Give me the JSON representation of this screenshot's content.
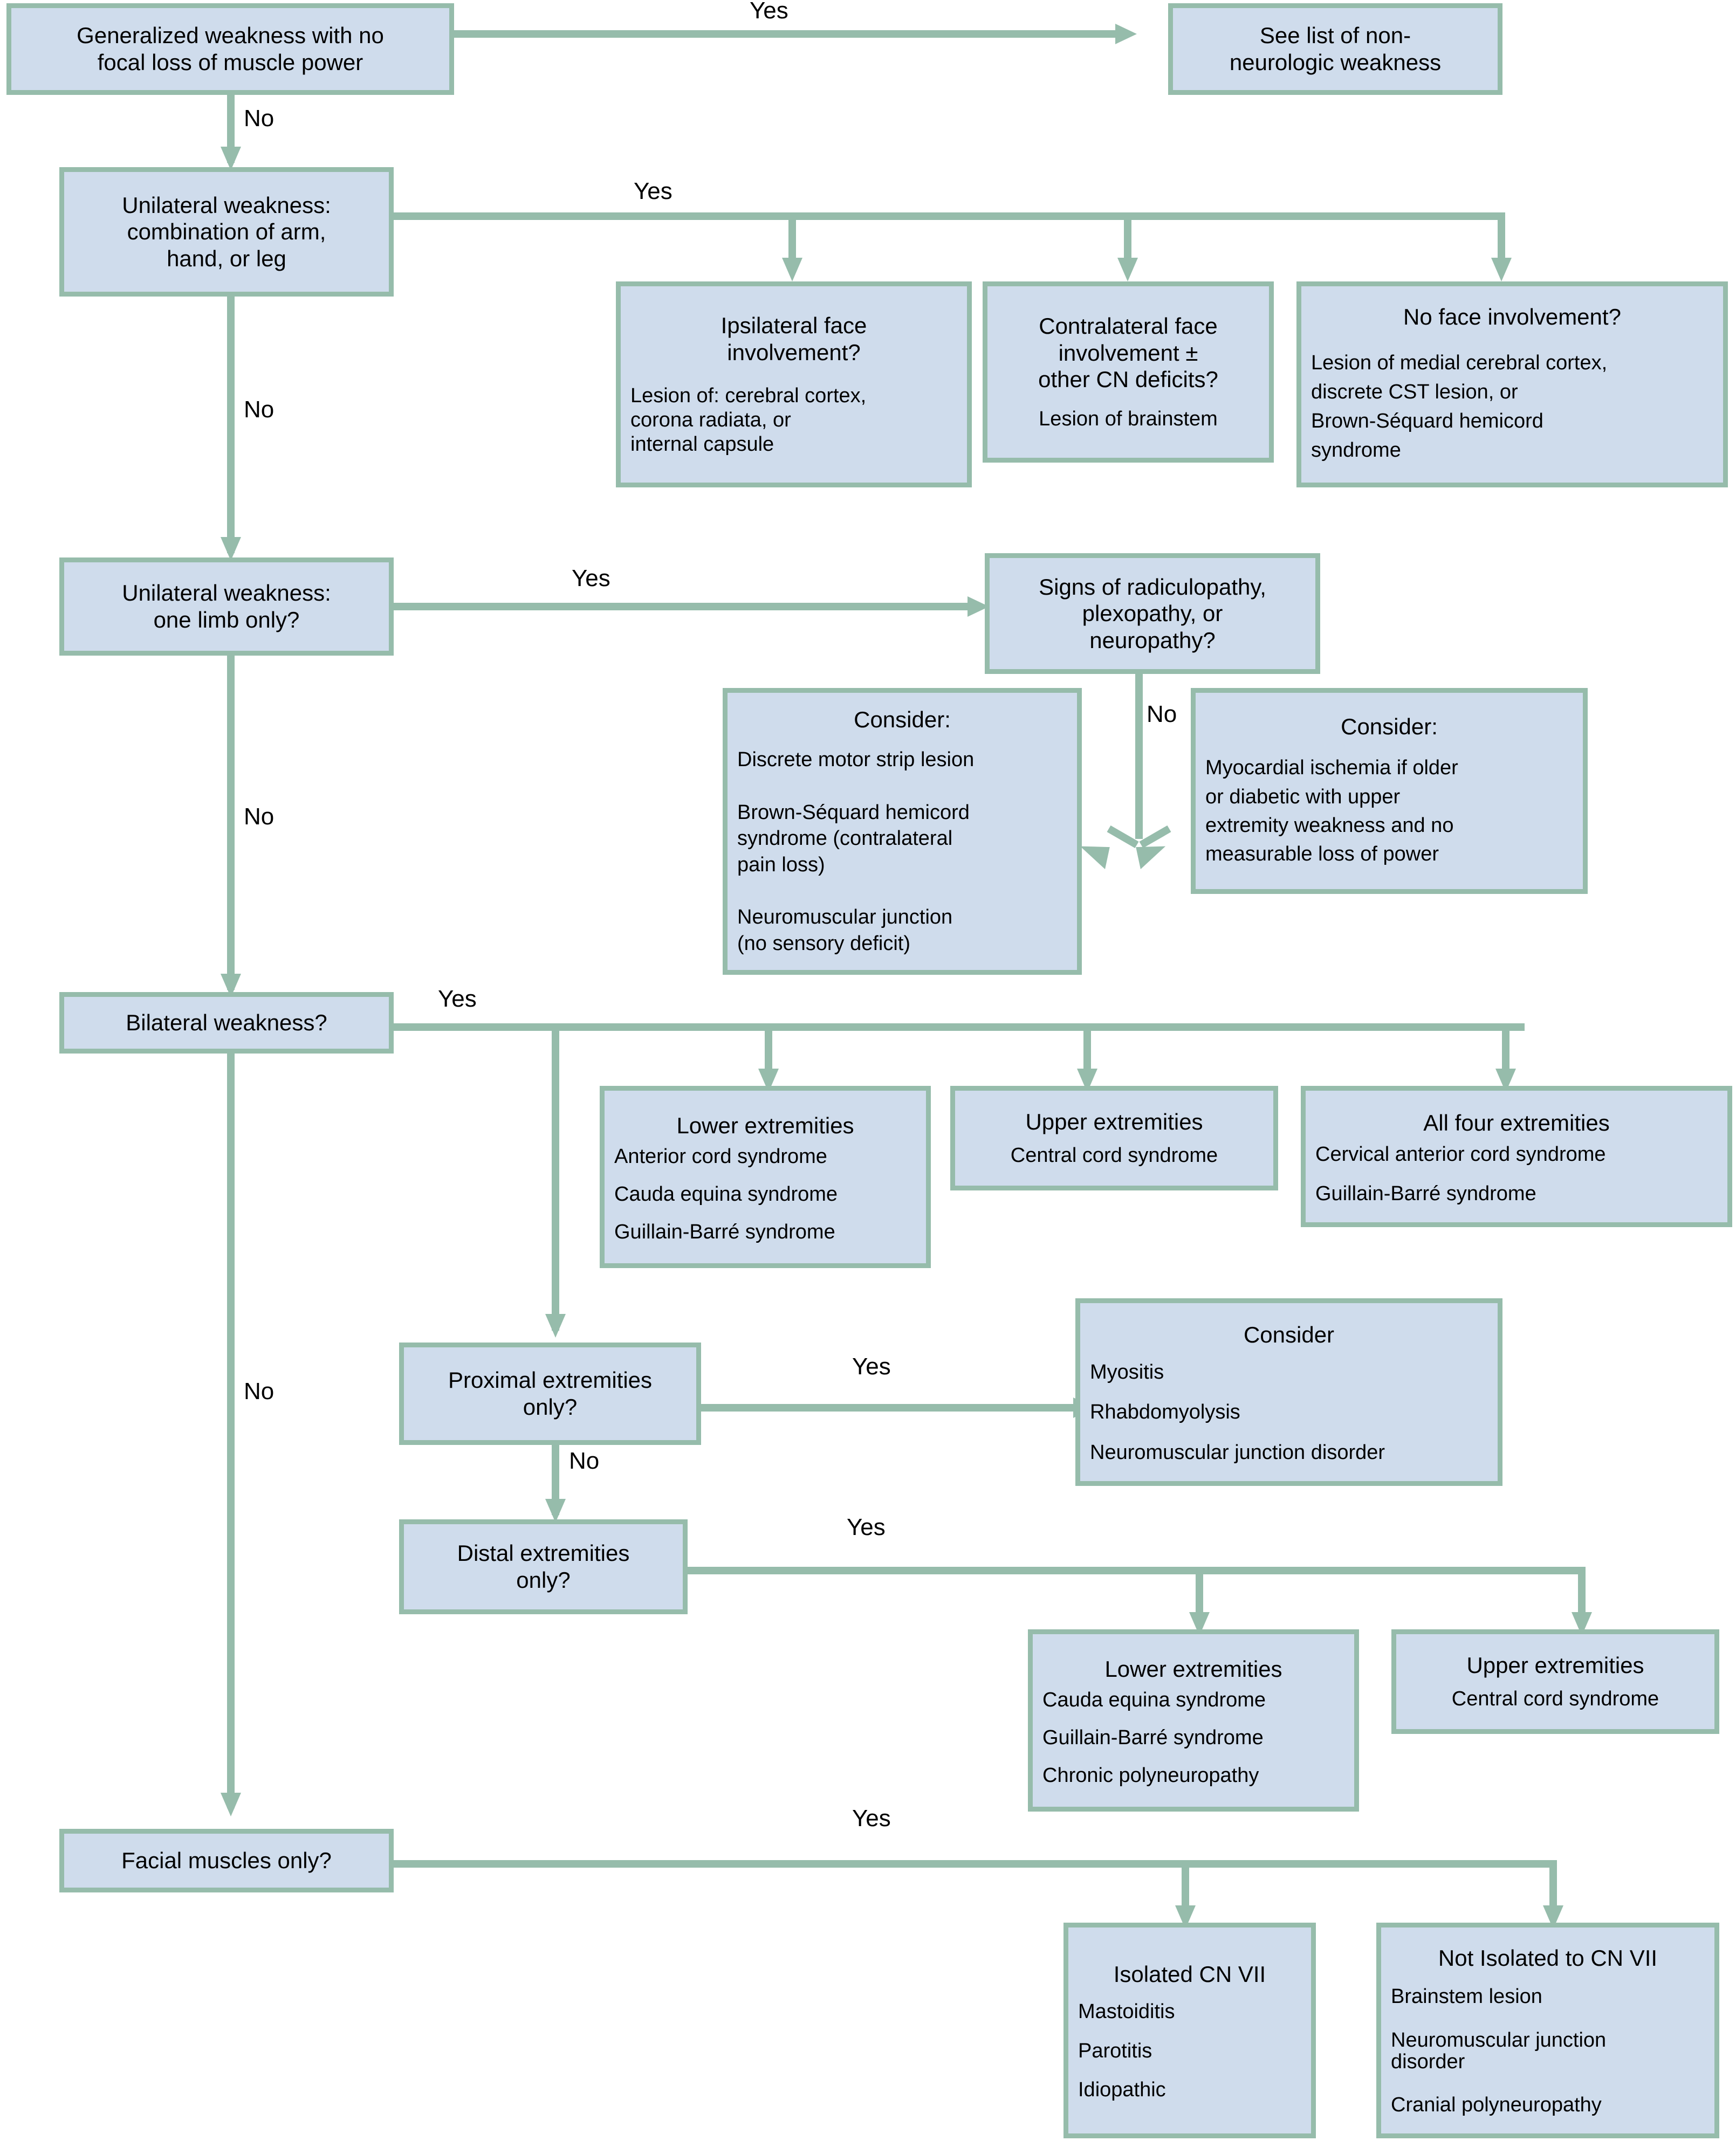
{
  "diagram": {
    "title": "Weakness diagnostic algorithm",
    "palette": {
      "node_fill": "#cfdcec",
      "node_border": "#96bcab",
      "connector": "#96bcab",
      "text": "#000000",
      "background": "#ffffff"
    }
  },
  "nodes": {
    "generalized_weakness": {
      "title": "Generalized weakness with no\nfocal loss of muscle power"
    },
    "see_list_nonneuro": {
      "title": "See list of non-\nneurologic weakness"
    },
    "unilateral_combination": {
      "title": "Unilateral weakness:\ncombination of arm,\nhand, or leg"
    },
    "ipsilateral_face": {
      "title": "Ipsilateral face\ninvolvement?",
      "sub": "Lesion of: cerebral cortex,\ncorona radiata, or\ninternal capsule"
    },
    "contralateral_face": {
      "title": "Contralateral face\ninvolvement ±\nother CN deficits?",
      "sub": "Lesion of brainstem"
    },
    "no_face_involvement": {
      "title": "No face involvement?",
      "sub": "Lesion of medial cerebral cortex,\ndiscrete CST lesion, or\nBrown-Séquard hemicord\nsyndrome"
    },
    "unilateral_one_limb": {
      "title": "Unilateral weakness:\none limb only?"
    },
    "signs_radiculopathy": {
      "title": "Signs of radiculopathy,\nplexopathy, or\nneuropathy?"
    },
    "consider_left": {
      "title": "Consider:",
      "sub": "Discrete motor strip lesion\n\nBrown-Séquard hemicord\nsyndrome (contralateral\npain loss)\n\nNeuromuscular junction\n(no sensory deficit)"
    },
    "consider_right": {
      "title": "Consider:",
      "sub": "Myocardial ischemia if older\nor diabetic with upper\nextremity weakness and no\nmeasurable loss of power"
    },
    "bilateral_weakness": {
      "title": "Bilateral weakness?"
    },
    "lower_extremities_1": {
      "title": "Lower extremities",
      "sub": "Anterior cord syndrome\n\nCauda equina syndrome\n\nGuillain-Barré syndrome"
    },
    "upper_extremities_1": {
      "title": "Upper extremities",
      "sub": "Central cord syndrome"
    },
    "all_four_extremities": {
      "title": "All four extremities",
      "sub": "Cervical anterior cord syndrome\n\nGuillain-Barré syndrome"
    },
    "proximal_extremities": {
      "title": "Proximal extremities\nonly?"
    },
    "consider_proximal": {
      "title": "Consider",
      "sub": "Myositis\n\nRhabdomyolysis\n\nNeuromuscular junction disorder"
    },
    "distal_extremities": {
      "title": "Distal extremities\nonly?"
    },
    "lower_extremities_2": {
      "title": "Lower extremities",
      "sub": "Cauda equina syndrome\n\nGuillain-Barré syndrome\n\nChronic polyneuropathy"
    },
    "upper_extremities_2": {
      "title": "Upper extremities",
      "sub": "Central cord syndrome"
    },
    "facial_muscles": {
      "title": "Facial muscles only?"
    },
    "isolated_cn7": {
      "title": "Isolated CN VII",
      "sub": "Mastoiditis\n\nParotitis\n\nIdiopathic"
    },
    "not_isolated_cn7": {
      "title": "Not Isolated to CN VII",
      "sub": "Brainstem lesion\n\nNeuromuscular junction\ndisorder\n\nCranial polyneuropathy"
    }
  },
  "edge_labels": {
    "yes_1": "Yes",
    "no_1": "No",
    "yes_2": "Yes",
    "no_2": "No",
    "yes_3": "Yes",
    "no_3": "No",
    "no_radiculopathy": "No",
    "yes_4": "Yes",
    "no_4": "No",
    "yes_proximal": "Yes",
    "no_proximal": "No",
    "yes_distal": "Yes",
    "yes_facial": "Yes"
  }
}
